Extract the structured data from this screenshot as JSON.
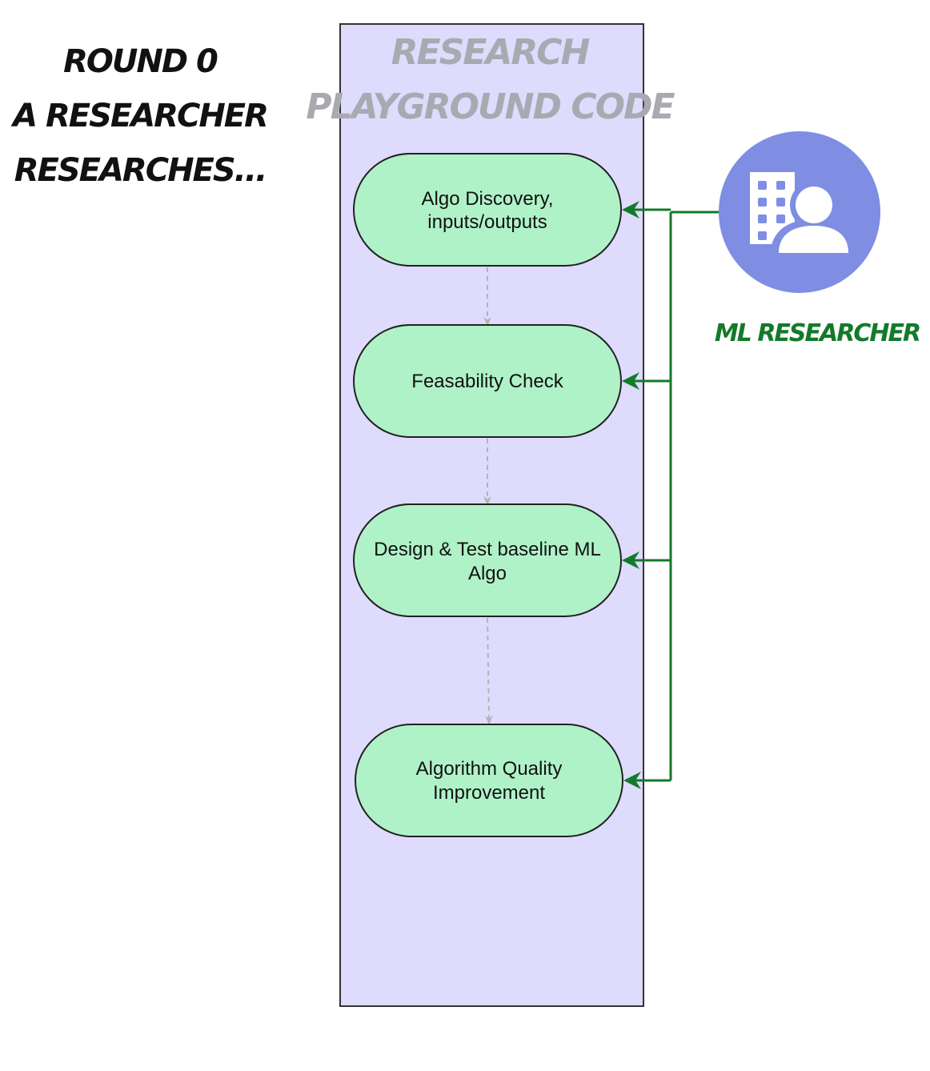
{
  "caption": {
    "line1": "ROUND 0",
    "line2": "A RESEARCHER",
    "line3": "RESEARCHES..."
  },
  "playground": {
    "title_line1": "RESEARCH",
    "title_line2": "PLAYGROUND CODE",
    "fill_color": "#dedbfd",
    "title_color": "#a9a9b1"
  },
  "nodes": [
    {
      "id": "algo-discovery",
      "lines": [
        "Algo Discovery,",
        "inputs/outputs"
      ]
    },
    {
      "id": "feasability-check",
      "lines": [
        "Feasability Check"
      ]
    },
    {
      "id": "design-test-baseline",
      "lines": [
        "Design & Test baseline ML",
        "Algo"
      ]
    },
    {
      "id": "algorithm-quality",
      "lines": [
        "Algorithm Quality",
        "Improvement"
      ]
    }
  ],
  "node_fill_color": "#b0f2c8",
  "actor": {
    "label": "ML RESEARCHER",
    "icon": "researcher-icon",
    "circle_color": "#7f8ee3",
    "label_color": "#137a2a"
  },
  "connector_color": "#137a2a",
  "flow_color": "#b3b3b3"
}
